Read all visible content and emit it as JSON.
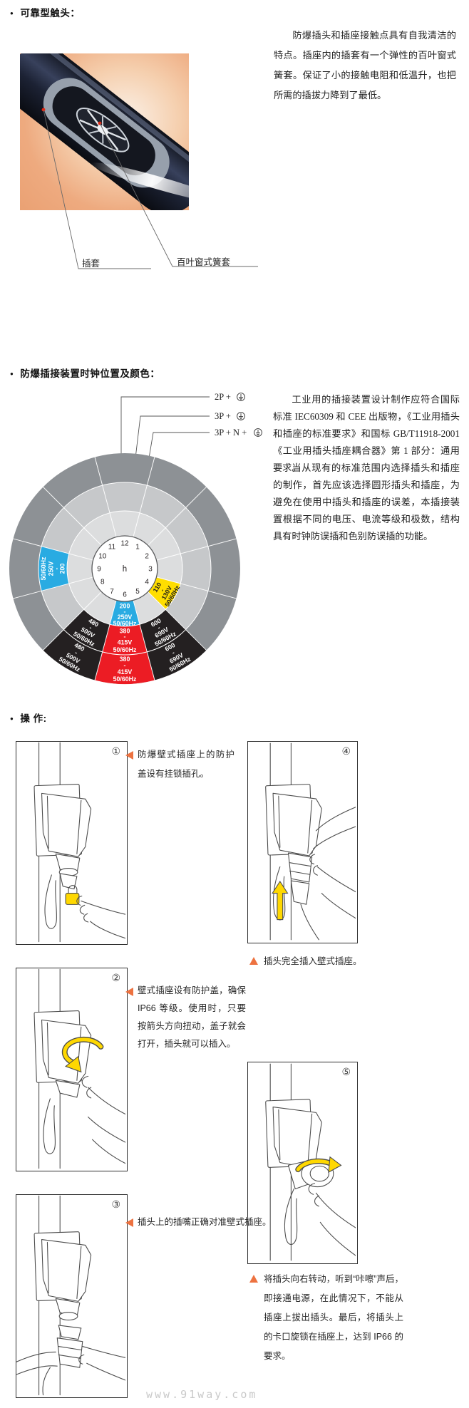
{
  "page": {
    "watermark": "www.91way.com"
  },
  "section1": {
    "heading": "可靠型触头：",
    "paragraph": "防爆插头和插座接触点具有自我清洁的特点。插座内的插套有一个弹性的百叶窗式簧套。保证了小的接触电阻和低温升，也把所需的插拔力降到了最低。",
    "labels": {
      "sleeve": "插套",
      "louver": "百叶窗式簧套"
    }
  },
  "section2": {
    "heading": "防爆插接装置时钟位置及颜色：",
    "paragraphs": [
      "工业用的插接装置设计制作应符合国际标准 IEC60309 和 CEE 出版物，《工业用插头和插座的标准要求》和国标 GB/T11918-2001《工业用插头插座耦合器》第 1 部分：通用要求。",
      "当从现有的标准范围内选择插头和插座的制作，首先应该选择圆形插头和插座，为避免在使用中插头和插座的误差，本插接装置根据不同的电压、电流等级和极数，结构具有时钟防误插和色别防误插的功能。"
    ],
    "pole_labels": {
      "p2": "2P +",
      "p3": "3P +",
      "p3n": "3P + N +"
    },
    "clock": {
      "center_label": "h",
      "hours": [
        "1",
        "2",
        "3",
        "4",
        "5",
        "6",
        "7",
        "8",
        "9",
        "10",
        "11",
        "12"
      ],
      "colors": {
        "ring_inner": "#dcddde",
        "ring_middle": "#c6c8ca",
        "ring_outer": "#8d9195",
        "blue": "#29abe2",
        "yellow": "#ffde00",
        "red": "#ec1c24",
        "black": "#242021"
      },
      "wedges": [
        {
          "hour": 9,
          "ring": "middle",
          "color": "blue",
          "text_color": "#ffffff",
          "lines": [
            "200",
            "-",
            "250V",
            "50/60Hz"
          ]
        },
        {
          "hour": 4,
          "ring": "inner",
          "color": "yellow",
          "text_color": "#1a1a1a",
          "lines": [
            "110",
            "-",
            "130V",
            "50/60Hz"
          ]
        },
        {
          "hour": 6,
          "ring": "inner",
          "color": "blue",
          "text_color": "#ffffff",
          "lines": [
            "200",
            "-",
            "250V",
            "50/60Hz"
          ]
        },
        {
          "hour": 6,
          "ring": "middle",
          "color": "red",
          "text_color": "#ffffff",
          "lines": [
            "380",
            "-",
            "415V",
            "50/60Hz"
          ]
        },
        {
          "hour": 6,
          "ring": "outer",
          "color": "red",
          "text_color": "#ffffff",
          "lines": [
            "380",
            "-",
            "415V",
            "50/60Hz"
          ]
        },
        {
          "hour": 5,
          "ring": "middle",
          "color": "black",
          "text_color": "#ffffff",
          "lines": [
            "600",
            "-",
            "690V",
            "50/60Hz"
          ]
        },
        {
          "hour": 5,
          "ring": "outer",
          "color": "black",
          "text_color": "#ffffff",
          "lines": [
            "600",
            "-",
            "690V",
            "50/60Hz"
          ]
        },
        {
          "hour": 7,
          "ring": "middle",
          "color": "black",
          "text_color": "#ffffff",
          "lines": [
            "480",
            "-",
            "500V",
            "50/60Hz"
          ]
        },
        {
          "hour": 7,
          "ring": "outer",
          "color": "black",
          "text_color": "#ffffff",
          "lines": [
            "480",
            "-",
            "500V",
            "50/60Hz"
          ]
        }
      ]
    }
  },
  "section3": {
    "heading": "操 作:",
    "steps": [
      {
        "num": "①",
        "caption": "防爆壁式插座上的防护盖设有挂锁插孔。"
      },
      {
        "num": "②",
        "caption": "壁式插座设有防护盖，确保 IP66 等级。使用时，只要按箭头方向扭动，盖子就会打开，插头就可以插入。"
      },
      {
        "num": "③",
        "caption": "插头上的插嘴正确对准壁式插座。"
      },
      {
        "num": "④",
        "caption": "插头完全插入壁式插座。"
      },
      {
        "num": "⑤",
        "caption": "将插头向右转动，听到“咔嚓”声后，即接通电源，在此情况下，不能从插座上拔出插头。最后，将插头上的卡口旋锁在插座上，达到 IP66 的要求。"
      }
    ]
  }
}
